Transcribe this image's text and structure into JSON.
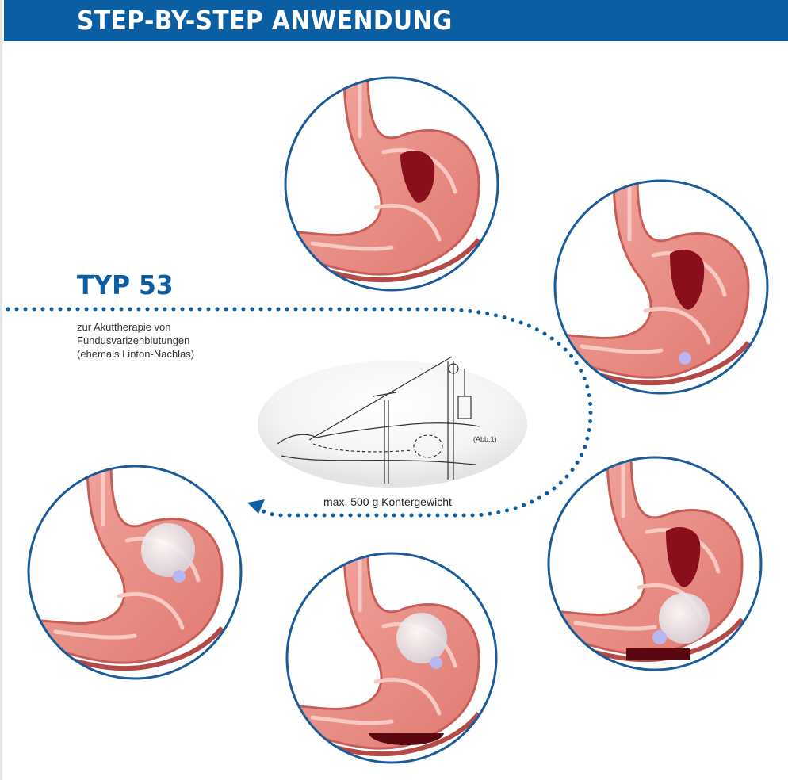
{
  "header": {
    "title": "STEP-BY-STEP ANWENDUNG"
  },
  "product": {
    "title": "TYP 53",
    "description": [
      "zur Akuttherapie von",
      "Fundusvarizenblutungen",
      "(ehemals Linton-Nachlas)"
    ]
  },
  "figure": {
    "label": "(Abb.1)",
    "caption": "max. 500 g Kontergewicht"
  },
  "steps": [
    {
      "name": "step-1",
      "balloon": false,
      "blood": true
    },
    {
      "name": "step-2",
      "balloon": "small",
      "blood": true
    },
    {
      "name": "step-3",
      "balloon": "large",
      "blood": true
    },
    {
      "name": "step-4",
      "balloon": "large",
      "blood": false
    },
    {
      "name": "step-5",
      "balloon": "large",
      "blood": false
    }
  ],
  "colors": {
    "brand": "#0b5ea1",
    "circle": "#1a5b9a",
    "tissue": "#e8877f",
    "blood": "#8a0f1c"
  }
}
